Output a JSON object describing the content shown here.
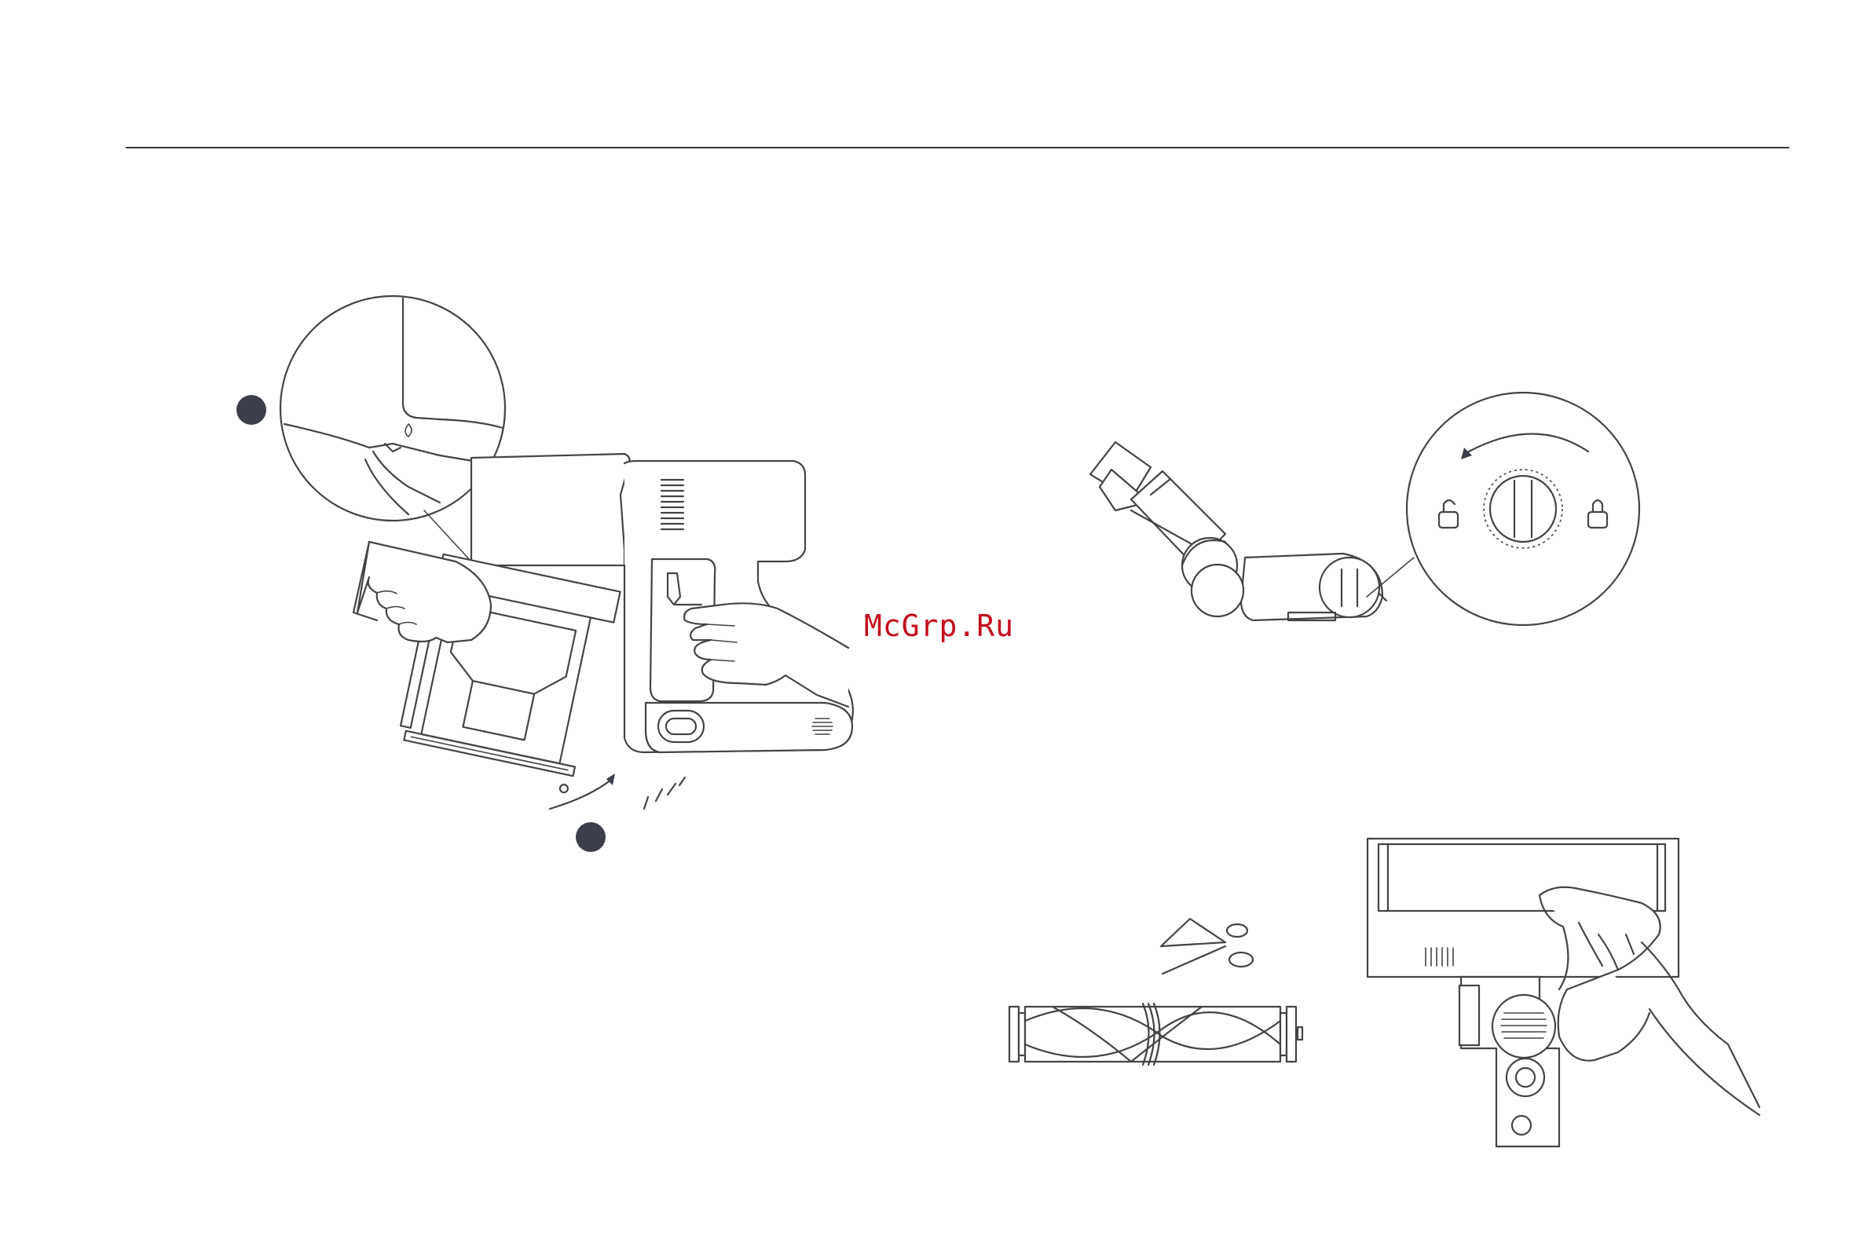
{
  "watermark": {
    "text": "McGrp.Ru",
    "color": "#c40c1c"
  },
  "colors": {
    "line": "#444444",
    "marker": "#3c3f4a",
    "background": "#ffffff"
  },
  "figures": [
    {
      "name": "dustbin-removal",
      "icons": [
        "step-marker-1",
        "step-marker-2",
        "rotate-arrow",
        "vibration-marks",
        "detail-magnifier"
      ]
    },
    {
      "name": "floor-head-lock",
      "icons": [
        "unlock-icon",
        "lock-icon",
        "rotate-arrow"
      ]
    },
    {
      "name": "roller-brush-cleaning",
      "icons": [
        "scissors-icon",
        "roller-brush",
        "cloth-wipe"
      ]
    }
  ]
}
